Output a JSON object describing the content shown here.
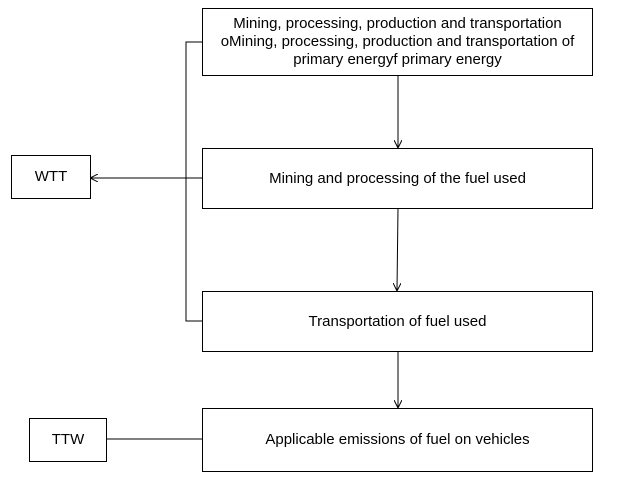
{
  "nodes": {
    "box1": "Mining, processing, production and transportation oMining, processing, production and transportation of primary energyf primary energy",
    "box2": "Mining and processing of the fuel used",
    "box3": "Transportation of fuel used",
    "box4": "Applicable emissions of fuel on vehicles",
    "wtt": "WTT",
    "ttw": "TTW"
  },
  "colors": {
    "stroke": "#000000",
    "fill": "#ffffff"
  }
}
